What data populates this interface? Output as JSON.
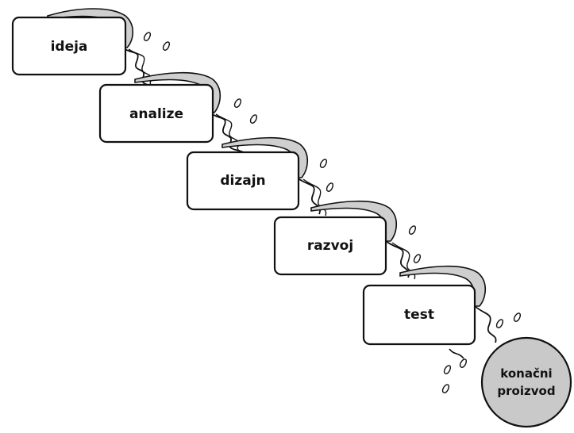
{
  "diagram": {
    "stages": [
      {
        "label": "ideja"
      },
      {
        "label": "analize"
      },
      {
        "label": "dizajn"
      },
      {
        "label": "razvoj"
      },
      {
        "label": "test"
      }
    ],
    "final_product": {
      "label_line1": "konačni",
      "label_line2": "proizvod"
    },
    "colors": {
      "outline": "#111111",
      "box_fill": "#ffffff",
      "water_fill": "#cfcfcf",
      "final_fill": "#c9c9c9"
    }
  }
}
